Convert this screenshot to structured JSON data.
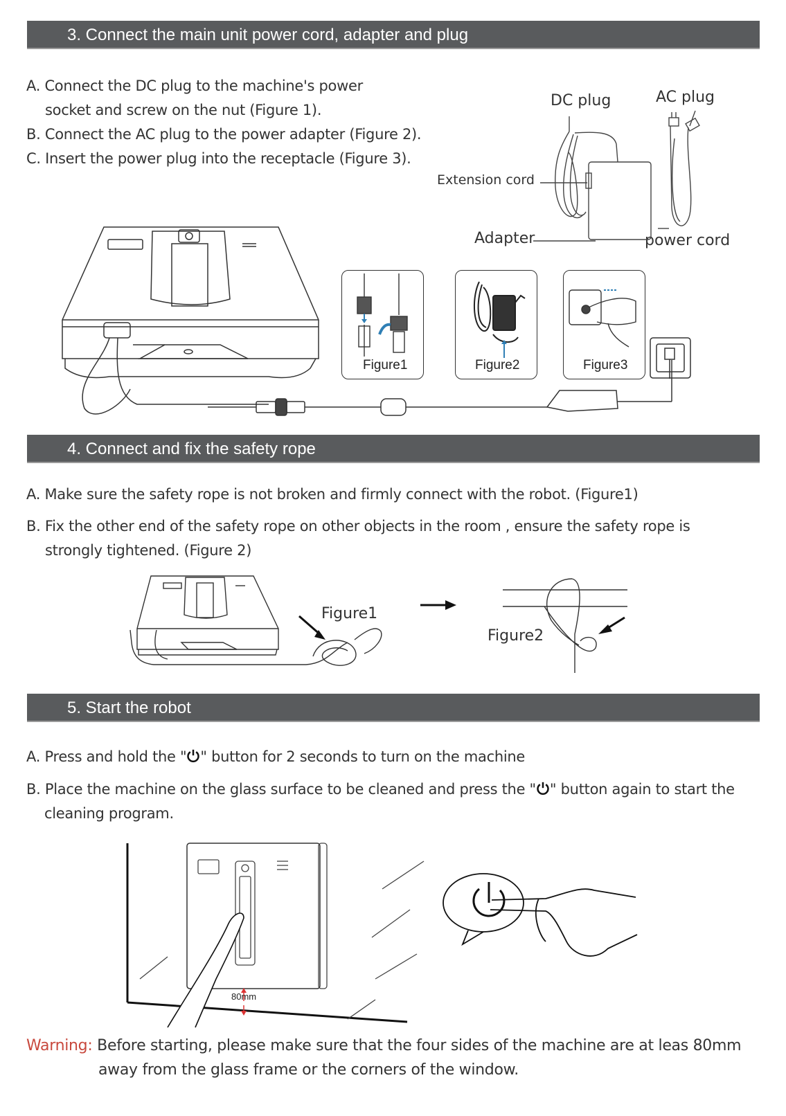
{
  "section3": {
    "title": "3. Connect the main unit power cord, adapter and plug",
    "steps": [
      "A. Connect the DC plug to the machine's power",
      "socket and screw on the nut (Figure 1).",
      "B. Connect the AC plug to the power adapter (Figure 2).",
      "C. Insert the power plug into the receptacle (Figure 3)."
    ],
    "labels": {
      "dc_plug": "DC plug",
      "ac_plug": "AC plug",
      "extension_cord": "Extension cord",
      "adapter": "Adapter",
      "power_cord": "power cord"
    },
    "figures": [
      "Figure1",
      "Figure2",
      "Figure3"
    ]
  },
  "section4": {
    "title": "4. Connect and fix the safety rope",
    "steps": [
      "A. Make sure the safety rope is not broken and firmly connect with the robot. (Figure1)",
      "B. Fix the other end of the safety rope on other objects in the room , ensure the safety rope is",
      "strongly tightened. (Figure 2)"
    ],
    "figures": [
      "Figure1",
      "Figure2"
    ]
  },
  "section5": {
    "title": "5.  Start the robot",
    "step_a_pre": "A. Press and hold the \"",
    "step_a_post": "\" button for 2 seconds to turn on the machine",
    "step_b_pre": "B. Place the machine on the glass surface to be cleaned and press the \"",
    "step_b_post": "\" button again to start the",
    "step_b_line2": "cleaning program.",
    "distance_label": "80mm"
  },
  "warning": {
    "label": "Warning:",
    "line1": "Before starting, please make sure that the four sides of the machine are at leas 80mm",
    "line2": "away from the glass frame or the corners of the window."
  },
  "colors": {
    "header_bar": "#595b5d",
    "warning": "#c8483d",
    "accent_arrow": "#2f7fb5"
  }
}
